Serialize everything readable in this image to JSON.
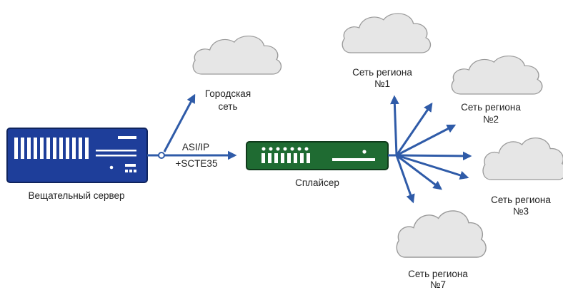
{
  "colors": {
    "arrow": "#2f5ba8",
    "server_body": "#1e3e9a",
    "splicer_body": "#1f6b32",
    "cloud_fill": "#e6e6e6",
    "cloud_stroke": "#9a9a9a",
    "text": "#222222"
  },
  "nodes": {
    "server": {
      "label": "Вещательный сервер"
    },
    "splicer": {
      "label": "Сплайсер"
    },
    "city_network": {
      "label_line1": "Городская",
      "label_line2": "сеть"
    },
    "region_1": {
      "label_line1": "Сеть региона",
      "label_line2": "№1"
    },
    "region_2": {
      "label_line1": "Сеть региона",
      "label_line2": "№2"
    },
    "region_3": {
      "label_line1": "Сеть региона",
      "label_line2": "№3"
    },
    "region_7": {
      "label_line1": "Сеть региона",
      "label_line2": "№7"
    }
  },
  "links": {
    "stream": {
      "label_line1": "ASI/IP",
      "label_line2": "+SCTE35"
    }
  }
}
